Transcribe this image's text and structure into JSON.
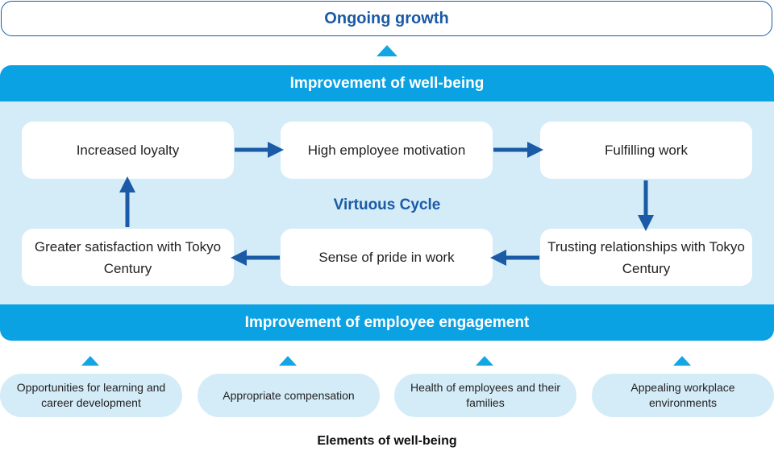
{
  "outcome": {
    "label": "Ongoing growth"
  },
  "wellbeing_band": {
    "label": "Improvement of well-being"
  },
  "cycle": {
    "center_label": "Virtuous Cycle",
    "nodes": {
      "increased_loyalty": "Increased loyalty",
      "high_motivation": "High employee motivation",
      "fulfilling_work": "Fulfilling work",
      "trusting_relationships": "Trusting relationships with Tokyo Century",
      "sense_of_pride": "Sense of pride in work",
      "greater_satisfaction": "Greater satisfaction with Tokyo Century"
    },
    "flow": [
      [
        "increased_loyalty",
        "high_motivation"
      ],
      [
        "high_motivation",
        "fulfilling_work"
      ],
      [
        "fulfilling_work",
        "trusting_relationships"
      ],
      [
        "trusting_relationships",
        "sense_of_pride"
      ],
      [
        "sense_of_pride",
        "greater_satisfaction"
      ],
      [
        "greater_satisfaction",
        "increased_loyalty"
      ]
    ]
  },
  "engagement_band": {
    "label": "Improvement of employee engagement"
  },
  "elements": {
    "items": [
      "Opportunities for learning and career development",
      "Appropriate compensation",
      "Health of employees and their families",
      "Appealing workplace environments"
    ],
    "caption": "Elements of well-being"
  },
  "colors": {
    "band": "#0aa2e3",
    "panel": "#d4ecf8",
    "arrow": "#1a5aa6",
    "heading_text": "#1a5aa6"
  }
}
